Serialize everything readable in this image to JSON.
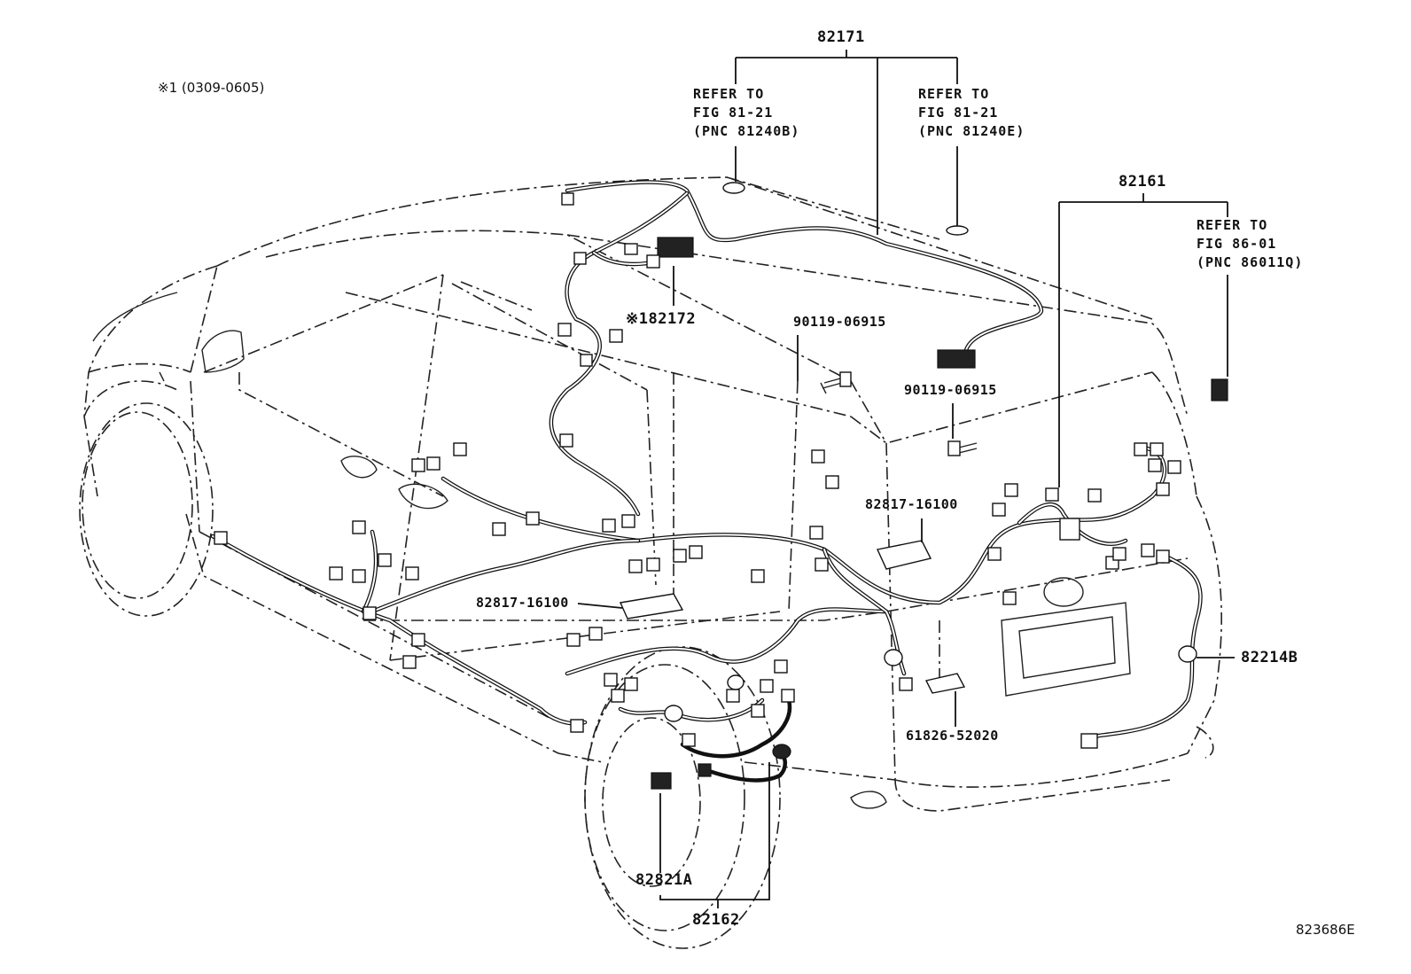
{
  "note": "※1 (0309-0605)",
  "illustration_id": "823686E",
  "parts": {
    "p82171": "82171",
    "p82172": "※182172",
    "p82161": "82161",
    "p90119_a": "90119-06915",
    "p90119_b": "90119-06915",
    "p82817_a": "82817-16100",
    "p82817_b": "82817-16100",
    "p61826": "61826-52020",
    "p82214b": "82214B",
    "p82821a": "82821A",
    "p82162": "82162"
  },
  "refs": {
    "ref1": {
      "line1": "REFER TO",
      "line2": "FIG 81-21",
      "line3": "(PNC 81240B)"
    },
    "ref2": {
      "line1": "REFER TO",
      "line2": "FIG 81-21",
      "line3": "(PNC 81240E)"
    },
    "ref3": {
      "line1": "REFER TO",
      "line2": "FIG 86-01",
      "line3": "(PNC 86011Q)"
    }
  }
}
